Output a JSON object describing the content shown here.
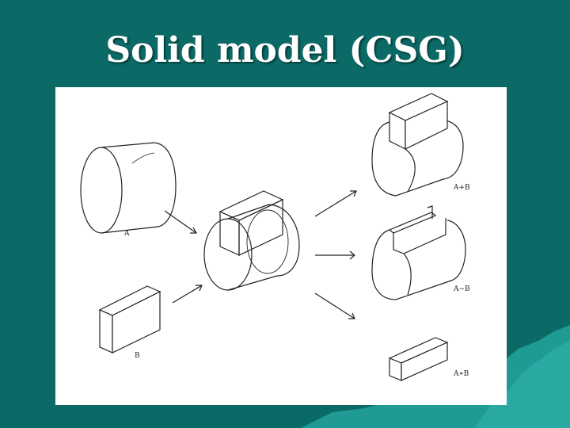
{
  "slide": {
    "title": "Solid model (CSG)"
  },
  "colors": {
    "background": "#0c6a66",
    "panel": "#ffffff",
    "ink": "#222222"
  },
  "figure": {
    "label_a": "A",
    "label_b": "B",
    "label_union": "A+B",
    "label_difference": "A−B",
    "label_intersection": "A∗B"
  }
}
